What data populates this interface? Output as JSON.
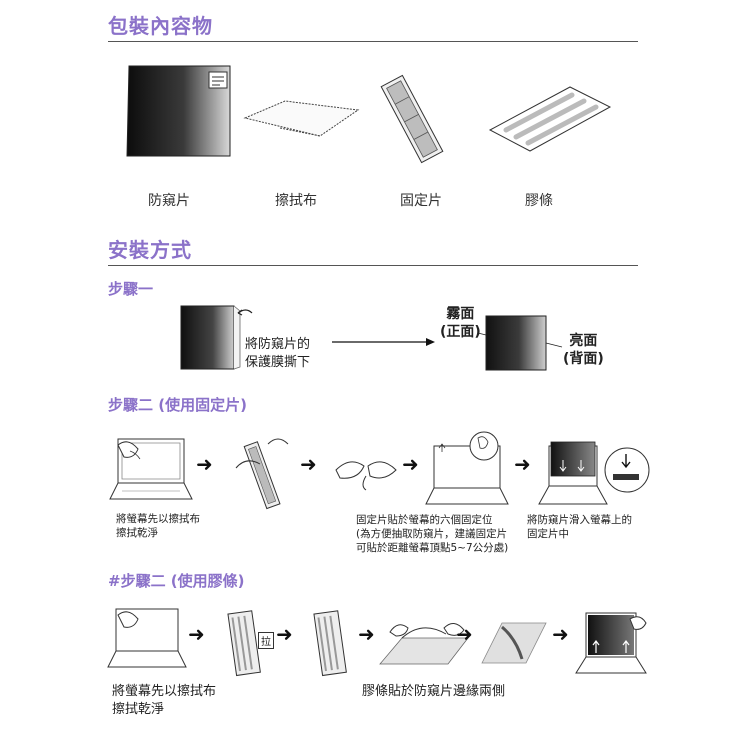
{
  "package": {
    "title": "包裝內容物",
    "items": [
      "防窺片",
      "擦拭布",
      "固定片",
      "膠條"
    ]
  },
  "install": {
    "title": "安裝方式",
    "step1": {
      "heading": "步驟一",
      "instruction": "將防窺片的\n保護膜撕下",
      "matte_label": "霧面\n(正面)",
      "glossy_label": "亮面\n(背面)"
    },
    "step2": {
      "heading": "步驟二 (使用固定片)",
      "cap_clean": "將螢幕先以擦拭布\n擦拭乾淨",
      "cap_attach": "固定片貼於螢幕的六個固定位\n(為方便抽取防窺片，建議固定片\n可貼於距離螢幕頂點5~7公分處)",
      "cap_slide": "將防窺片滑入螢幕上的\n固定片中"
    },
    "step3": {
      "heading": "#步驟二 (使用膠條)",
      "pull_label": "拉",
      "cap_clean": "將螢幕先以擦拭布\n擦拭乾淨",
      "cap_tape": "膠條貼於防窺片邊緣兩側"
    }
  }
}
